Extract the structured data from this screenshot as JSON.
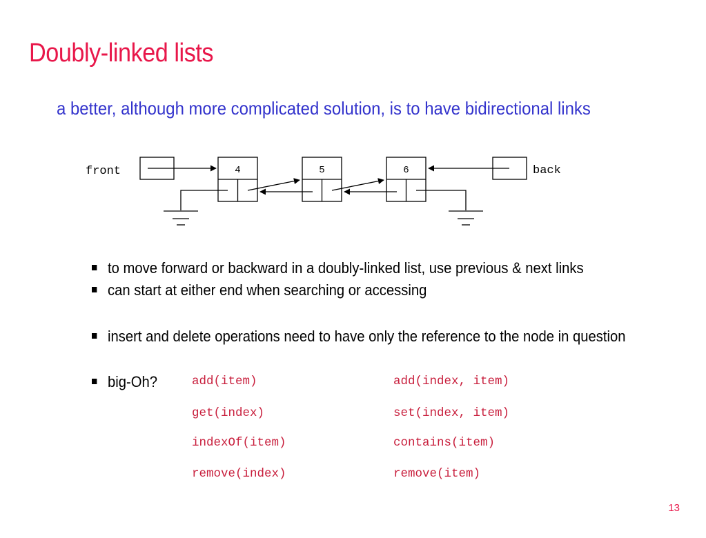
{
  "slide": {
    "title": "Doubly-linked lists",
    "subtitle": "a better, although more complicated solution, is to have bidirectional links",
    "page_number": "13"
  },
  "diagram": {
    "front_label": "front",
    "back_label": "back",
    "nodes": [
      "4",
      "5",
      "6"
    ]
  },
  "bullets": [
    "to move forward or backward in a doubly-linked list, use previous & next links",
    "can start at either end when searching or accessing",
    "insert and delete operations need to have only the reference to the node in question",
    "big-Oh?"
  ],
  "methods": {
    "left": [
      "add(item)",
      "get(index)",
      "indexOf(item)",
      "remove(index)"
    ],
    "right": [
      "add(index, item)",
      "set(index, item)",
      "contains(item)",
      "remove(item)"
    ]
  },
  "colors": {
    "title": "#e8174a",
    "subtitle": "#3333cc",
    "code": "#c81e3c"
  }
}
